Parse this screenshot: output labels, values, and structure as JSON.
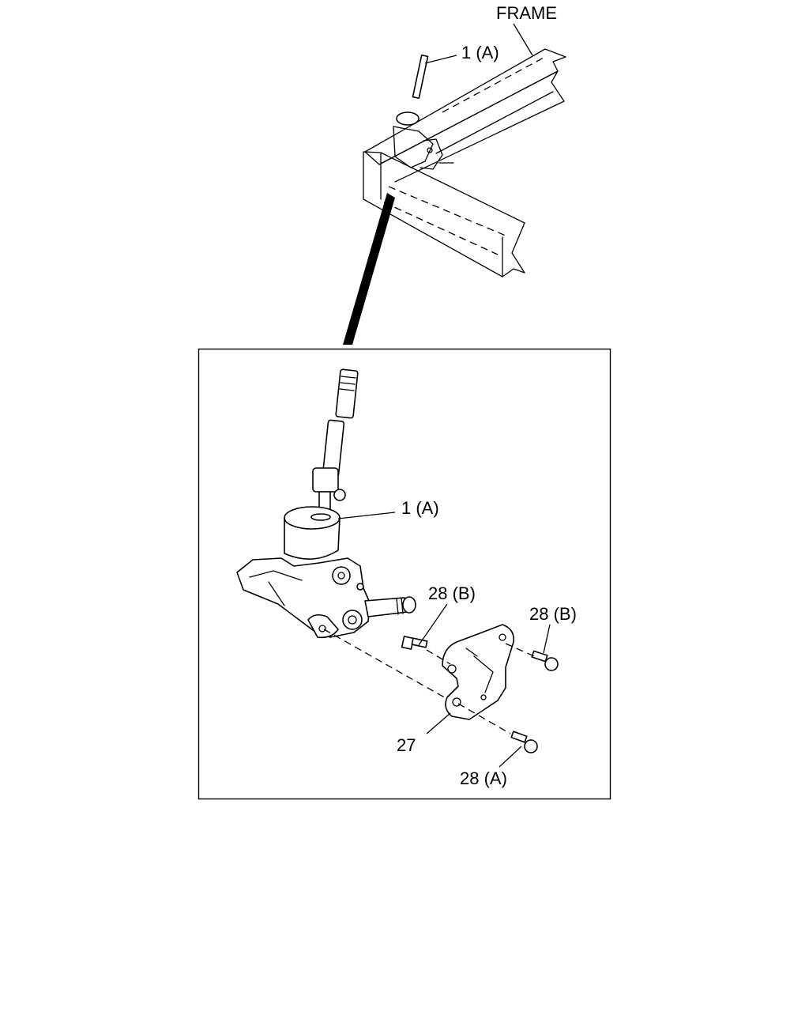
{
  "diagram": {
    "labels": {
      "frame": "FRAME",
      "part_1a_overview": "1 (A)",
      "part_1a_detail": "1 (A)",
      "part_28b_left": "28 (B)",
      "part_28b_right": "28 (B)",
      "part_27": "27",
      "part_28a": "28 (A)"
    }
  }
}
